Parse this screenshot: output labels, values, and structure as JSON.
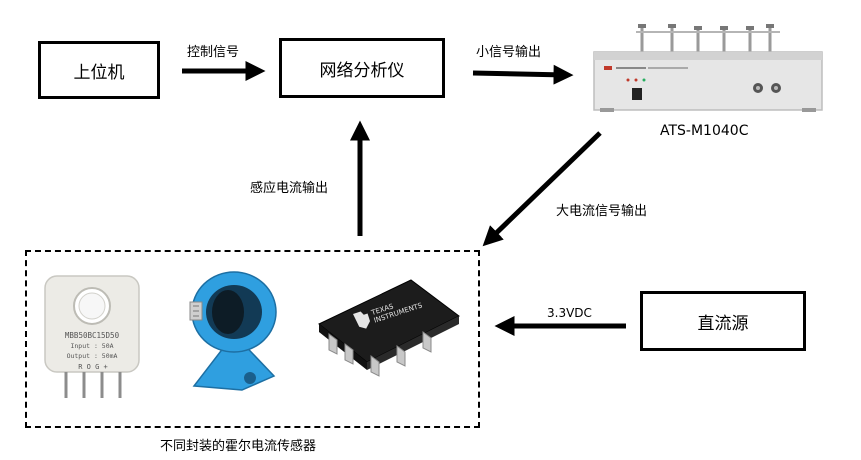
{
  "nodes": {
    "host_pc": "上位机",
    "network_analyzer": "网络分析仪",
    "dc_source": "直流源",
    "instrument_name": "ATS-M1040C"
  },
  "edges": {
    "control_signal": "控制信号",
    "small_signal_out": "小信号输出",
    "large_current_out": "大电流信号输出",
    "induced_current_out": "感应电流输出",
    "dc_voltage": "3.3VDC"
  },
  "sensor_group_caption": "不同封装的霍尔电流传感器",
  "sensor1": {
    "line1": "MBB50BC15D50",
    "line2": "Input : 50A",
    "line3": "Output : 50mA",
    "pins": "R  O  G  +"
  },
  "sensor3": {
    "brand1": "TEXAS",
    "brand2": "INSTRUMENTS"
  },
  "colors": {
    "sensor2_blue": "#2f9fe0",
    "instrument_body": "#e6e6e6"
  }
}
